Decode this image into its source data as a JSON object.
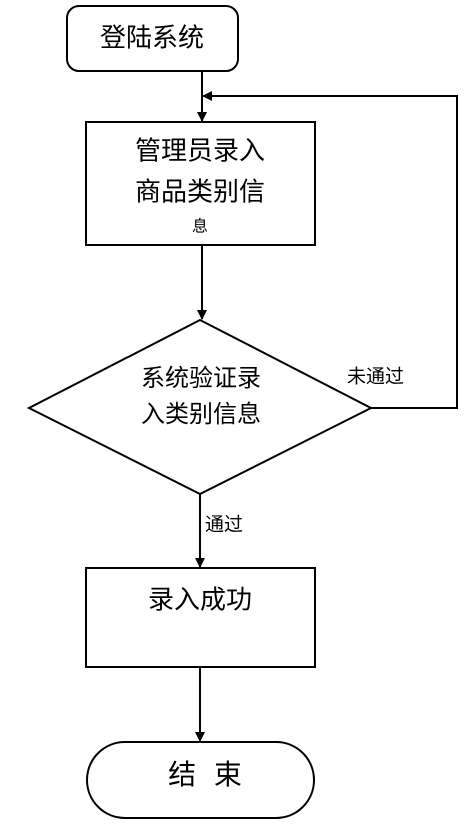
{
  "nodes": {
    "login": {
      "label": "登陆系统"
    },
    "admin_input": {
      "lines": [
        "管理员录入",
        "商品类别信",
        "息"
      ]
    },
    "verify": {
      "lines": [
        "系统验证录",
        "入类别信息"
      ]
    },
    "success": {
      "label": "录入成功"
    },
    "end": {
      "label": "结  束"
    }
  },
  "edges": {
    "verify_fail": {
      "label": "未通过"
    },
    "verify_pass": {
      "label": "通过"
    }
  },
  "colors": {
    "stroke": "#000000",
    "fill": "#ffffff",
    "text": "#000000"
  }
}
